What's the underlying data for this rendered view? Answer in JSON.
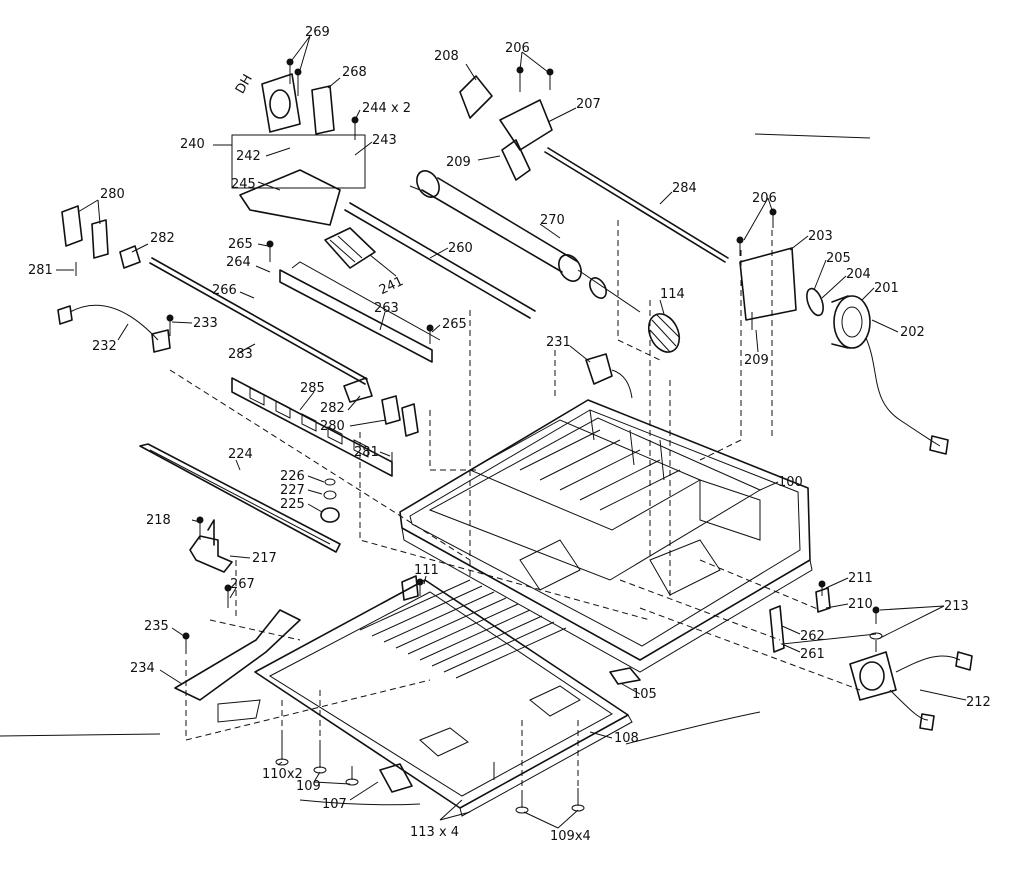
{
  "labels": [
    {
      "id": "269",
      "text": "269"
    },
    {
      "id": "268",
      "text": "268"
    },
    {
      "id": "DH",
      "text": "DH"
    },
    {
      "id": "244x2",
      "text": "244 x 2"
    },
    {
      "id": "240",
      "text": "240"
    },
    {
      "id": "243",
      "text": "243"
    },
    {
      "id": "242",
      "text": "242"
    },
    {
      "id": "245",
      "text": "245"
    },
    {
      "id": "241",
      "text": "241"
    },
    {
      "id": "280a",
      "text": "280"
    },
    {
      "id": "282a",
      "text": "282"
    },
    {
      "id": "281a",
      "text": "281"
    },
    {
      "id": "265a",
      "text": "265"
    },
    {
      "id": "264",
      "text": "264"
    },
    {
      "id": "266",
      "text": "266"
    },
    {
      "id": "263",
      "text": "263"
    },
    {
      "id": "265b",
      "text": "265"
    },
    {
      "id": "233",
      "text": "233"
    },
    {
      "id": "232",
      "text": "232"
    },
    {
      "id": "283",
      "text": "283"
    },
    {
      "id": "285",
      "text": "285"
    },
    {
      "id": "282b",
      "text": "282"
    },
    {
      "id": "280b",
      "text": "280"
    },
    {
      "id": "281b",
      "text": "281"
    },
    {
      "id": "224",
      "text": "224"
    },
    {
      "id": "226",
      "text": "226"
    },
    {
      "id": "227",
      "text": "227"
    },
    {
      "id": "225",
      "text": "225"
    },
    {
      "id": "218",
      "text": "218"
    },
    {
      "id": "217",
      "text": "217"
    },
    {
      "id": "267",
      "text": "267"
    },
    {
      "id": "235",
      "text": "235"
    },
    {
      "id": "234",
      "text": "234"
    },
    {
      "id": "110x2",
      "text": "110x2"
    },
    {
      "id": "109a",
      "text": "109"
    },
    {
      "id": "107",
      "text": "107"
    },
    {
      "id": "113x4",
      "text": "113 x 4"
    },
    {
      "id": "109x4",
      "text": "109x4"
    },
    {
      "id": "108",
      "text": "108"
    },
    {
      "id": "105",
      "text": "105"
    },
    {
      "id": "111",
      "text": "111"
    },
    {
      "id": "208",
      "text": "208"
    },
    {
      "id": "206a",
      "text": "206"
    },
    {
      "id": "207",
      "text": "207"
    },
    {
      "id": "209a",
      "text": "209"
    },
    {
      "id": "284",
      "text": "284"
    },
    {
      "id": "270",
      "text": "270"
    },
    {
      "id": "260",
      "text": "260"
    },
    {
      "id": "114",
      "text": "114"
    },
    {
      "id": "231",
      "text": "231"
    },
    {
      "id": "206b",
      "text": "206"
    },
    {
      "id": "203",
      "text": "203"
    },
    {
      "id": "205",
      "text": "205"
    },
    {
      "id": "204",
      "text": "204"
    },
    {
      "id": "201",
      "text": "201"
    },
    {
      "id": "202",
      "text": "202"
    },
    {
      "id": "209b",
      "text": "209"
    },
    {
      "id": "100",
      "text": "100"
    },
    {
      "id": "211",
      "text": "211"
    },
    {
      "id": "210",
      "text": "210"
    },
    {
      "id": "213",
      "text": "213"
    },
    {
      "id": "262",
      "text": "262"
    },
    {
      "id": "261",
      "text": "261"
    },
    {
      "id": "212",
      "text": "212"
    }
  ]
}
